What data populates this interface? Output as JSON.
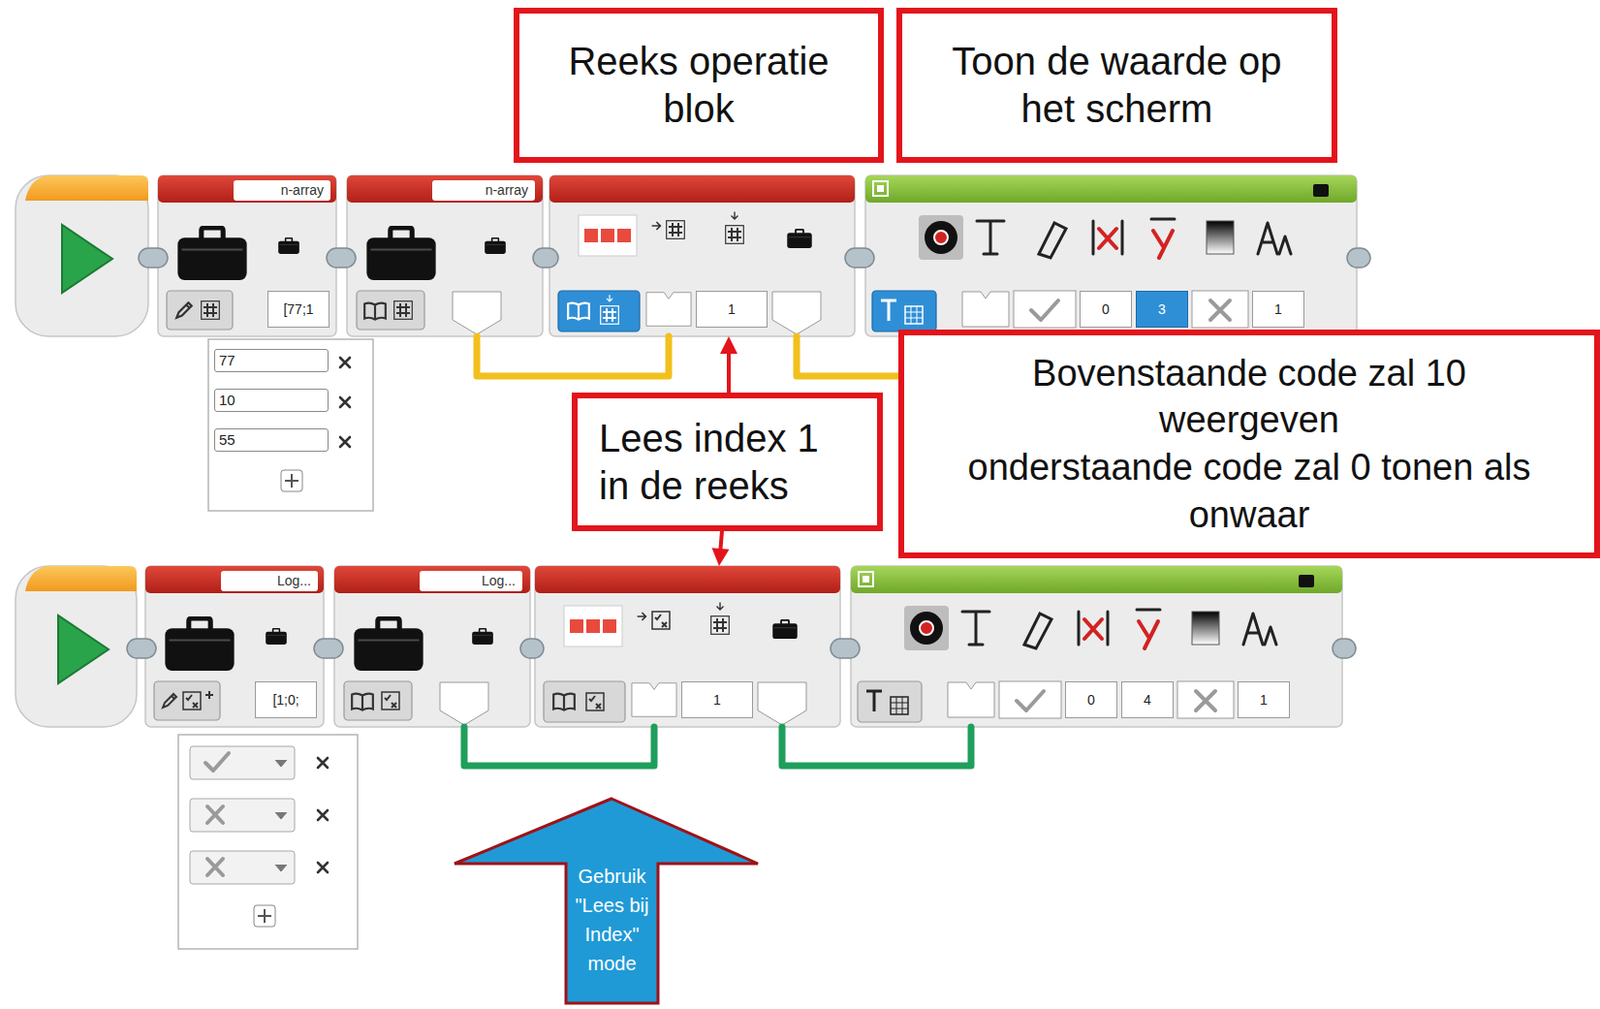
{
  "diagram": {
    "nodes": [
      {
        "text": [
          "Reeks operatie blok"
        ]
      },
      {
        "text": [
          "Toon de waarde op het scherm"
        ]
      },
      {
        "text": [
          "n-array",
          "[77;1"
        ]
      },
      {
        "text": [
          "n-array"
        ]
      },
      {
        "text": [
          "1"
        ]
      },
      {
        "text": [
          "0",
          "3",
          "1"
        ]
      },
      {
        "text": [
          "77",
          "10",
          "55"
        ]
      },
      {
        "text": [
          "Bovenstaande code zal 10 weergeven",
          "onderstaande code zal 0 tonen als onwaar"
        ]
      },
      {
        "text": [
          "Lees index 1 in de reeks"
        ]
      },
      {
        "text": [
          "Log...",
          "[1;0;"
        ]
      },
      {
        "text": [
          "Log..."
        ]
      },
      {
        "text": [
          "1"
        ]
      },
      {
        "text": [
          "0",
          "4",
          "1"
        ]
      },
      {
        "text": [
          "Gebruik \"Lees bij Index\" mode"
        ]
      }
    ],
    "edges": [
      {
        "from": 3,
        "to": 4,
        "arrow": "none"
      },
      {
        "from": 4,
        "to": 5,
        "arrow": "none"
      },
      {
        "from": 8,
        "to": 4,
        "arrow": "to"
      },
      {
        "from": 8,
        "to": 11,
        "arrow": "to"
      },
      {
        "from": 10,
        "to": 11,
        "arrow": "none"
      },
      {
        "from": 11,
        "to": 12,
        "arrow": "none"
      }
    ]
  }
}
